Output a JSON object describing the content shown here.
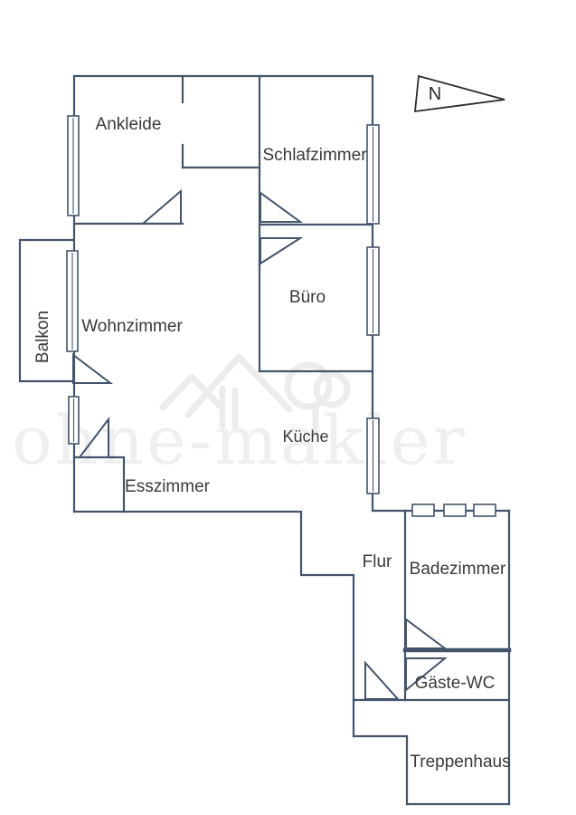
{
  "rooms": [
    {
      "label": "Ankleide"
    },
    {
      "label": "Schlafzimmer"
    },
    {
      "label": "Büro"
    },
    {
      "label": "Wohnzimmer"
    },
    {
      "label": "Balkon"
    },
    {
      "label": "Küche"
    },
    {
      "label": "Esszimmer"
    },
    {
      "label": "Flur"
    },
    {
      "label": "Badezimmer"
    },
    {
      "label": "Gäste-WC"
    },
    {
      "label": "Treppenhaus"
    }
  ],
  "compass": {
    "label": "N"
  },
  "watermark": {
    "text": "ohne-makler",
    "logo": "house-and-tree-logo"
  },
  "colors": {
    "wall": "#44546a",
    "label": "#3a3a3a",
    "wm": "#efefef",
    "bg": "#ffffff"
  }
}
